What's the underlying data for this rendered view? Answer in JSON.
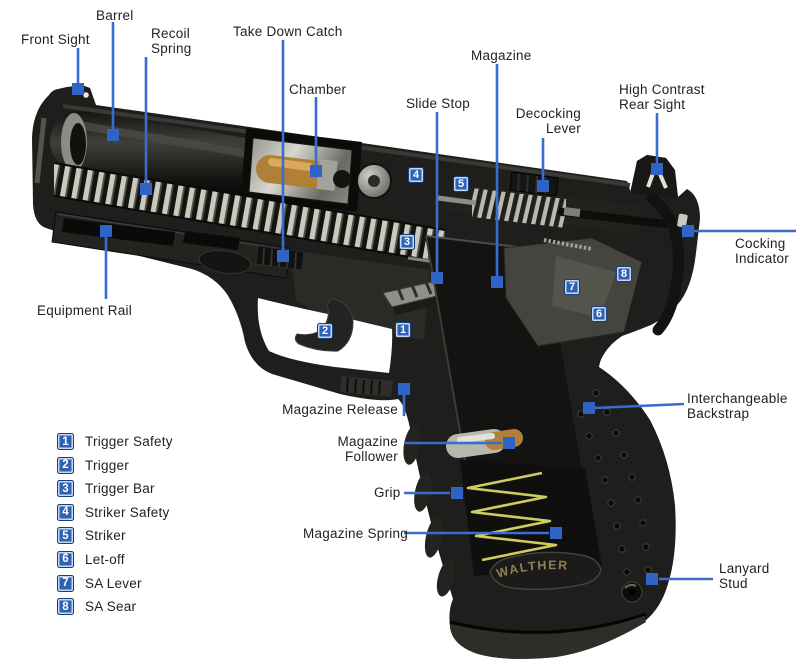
{
  "diagram": {
    "subject": "Walther P99 pistol cutaway parts diagram",
    "brand_marking": "WALTHER"
  },
  "colors": {
    "background": "#ffffff",
    "callout_blue": "#3a6cce",
    "marker_blue": "#2d62b5",
    "magazine_spring_yellow": "#d8d666",
    "cartridge_brass": "#b08038"
  },
  "labels": {
    "front_sight": "Front Sight",
    "barrel": "Barrel",
    "recoil_spring": "Recoil Spring",
    "take_down_catch": "Take Down Catch",
    "chamber": "Chamber",
    "magazine": "Magazine",
    "slide_stop": "Slide Stop",
    "decocking_lever": "Decocking Lever",
    "high_contrast_rear_sight": "High Contrast Rear Sight",
    "cocking_indicator": "Cocking Indicator",
    "equipment_rail": "Equipment Rail",
    "magazine_release": "Magazine Release",
    "magazine_follower": "Magazine Follower",
    "grip": "Grip",
    "magazine_spring": "Magazine Spring",
    "interchangeable_backstrap": "Interchangeable Backstrap",
    "lanyard_stud": "Lanyard Stud"
  },
  "legend": {
    "items": [
      {
        "num": "1",
        "label": "Trigger Safety"
      },
      {
        "num": "2",
        "label": "Trigger"
      },
      {
        "num": "3",
        "label": "Trigger Bar"
      },
      {
        "num": "4",
        "label": "Striker Safety"
      },
      {
        "num": "5",
        "label": "Striker"
      },
      {
        "num": "6",
        "label": "Let-off"
      },
      {
        "num": "7",
        "label": "SA Lever"
      },
      {
        "num": "8",
        "label": "SA Sear"
      }
    ]
  }
}
